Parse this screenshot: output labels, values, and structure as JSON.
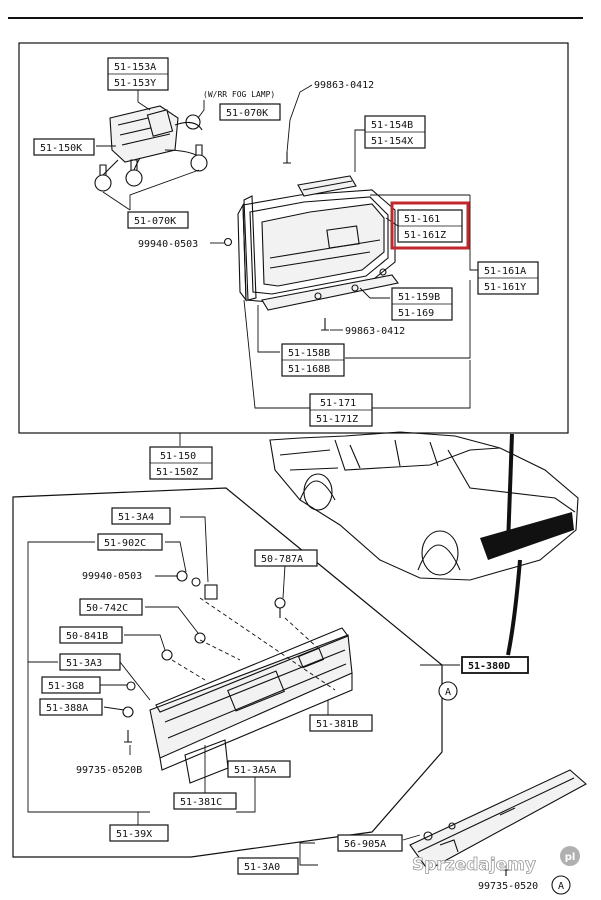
{
  "labels": {
    "p51_153a": "51-153A",
    "p51_153y": "51-153Y",
    "fog_note": "(W/RR FOG LAMP)",
    "p51_070k_top": "51-070K",
    "p99863_0412_top": "99863-0412",
    "p51_150k": "51-150K",
    "p51_154b": "51-154B",
    "p51_154x": "51-154X",
    "p51_070k_bottom": "51-070K",
    "p51_161": "51-161",
    "p51_161z": "51-161Z",
    "p99940_0503_top": "99940-0503",
    "p51_161a": "51-161A",
    "p51_161y": "51-161Y",
    "p51_159b": "51-159B",
    "p51_169": "51-169",
    "p99863_0412_mid": "99863-0412",
    "p51_158b": "51-158B",
    "p51_168b": "51-168B",
    "p51_171": "51-171",
    "p51_171z": "51-171Z",
    "p51_150": "51-150",
    "p51_150z": "51-150Z",
    "p51_3a4": "51-3A4",
    "p51_902c": "51-902C",
    "p99940_0503_bottom": "99940-0503",
    "p50_787a": "50-787A",
    "p50_742c": "50-742C",
    "p50_841b": "50-841B",
    "p51_3a3": "51-3A3",
    "p51_380d": "51-380D",
    "p51_3g8": "51-3G8",
    "p51_388a": "51-388A",
    "p51_381b": "51-381B",
    "p99735_0520b": "99735-0520B",
    "p51_3a5a": "51-3A5A",
    "p51_381c": "51-381C",
    "p51_39x": "51-39X",
    "p56_905a": "56-905A",
    "p51_3a0": "51-3A0",
    "p99735_0520_tail": "99735-0520",
    "ref_a_1": "A",
    "ref_a_2": "A"
  },
  "watermark": {
    "text": "Sprzedajemy",
    "badge": "pl"
  },
  "highlight_color": "#c0282d"
}
